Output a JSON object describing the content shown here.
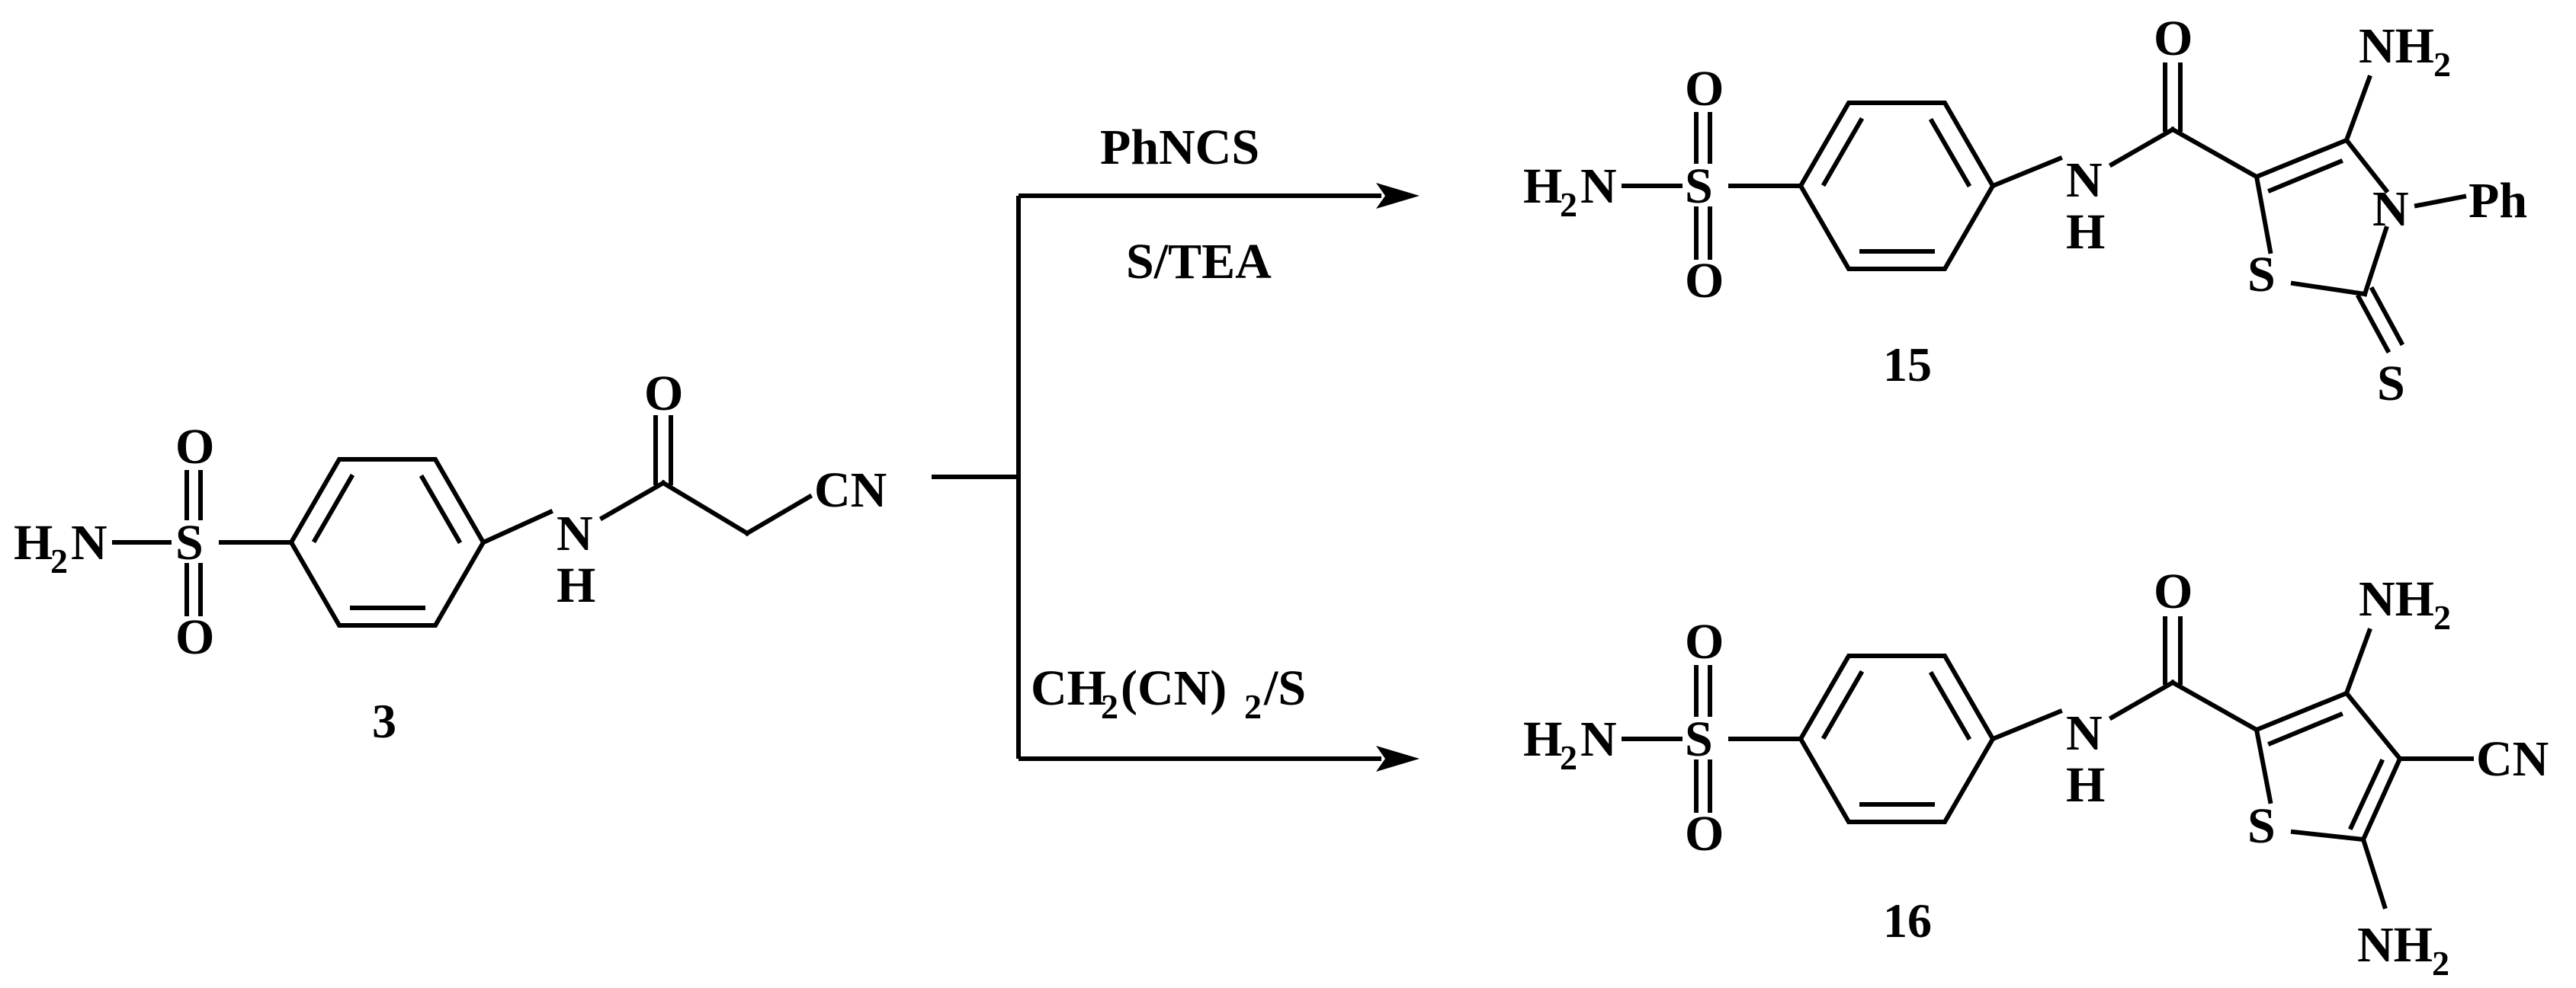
{
  "scheme": {
    "start": {
      "id": "3",
      "atoms": {
        "h2n": "H",
        "h2n_sub": "2",
        "h2n_n": "N",
        "s": "S",
        "o_top": "O",
        "o_bottom": "O",
        "nh_n": "N",
        "nh_h": "H",
        "carbonyl_o": "O",
        "cn": "CN"
      }
    },
    "upper_reaction": {
      "reagent_1": "PhNCS",
      "reagent_2": "S/TEA"
    },
    "lower_reaction": {
      "reagent": {
        "p1": "CH",
        "s1": "2",
        "p2": "(CN)",
        "s2": "2",
        "p3": "/S"
      }
    },
    "product_15": {
      "id": "15",
      "atoms": {
        "h2n": "H",
        "h2n_sub": "2",
        "h2n_n": "N",
        "s": "S",
        "o_top": "O",
        "o_bottom": "O",
        "nh_n": "N",
        "nh_h": "H",
        "carbonyl_o": "O",
        "nh2_top": "NH",
        "nh2_top_sub": "2",
        "ring_n": "N",
        "ph": "Ph",
        "ring_s": "S",
        "thione_s": "S"
      }
    },
    "product_16": {
      "id": "16",
      "atoms": {
        "h2n": "H",
        "h2n_sub": "2",
        "h2n_n": "N",
        "s": "S",
        "o_top": "O",
        "o_bottom": "O",
        "nh_n": "N",
        "nh_h": "H",
        "carbonyl_o": "O",
        "nh2_top": "NH",
        "nh2_top_sub": "2",
        "cn": "CN",
        "ring_s": "S",
        "nh2_bottom": "NH",
        "nh2_bottom_sub": "2"
      }
    }
  }
}
